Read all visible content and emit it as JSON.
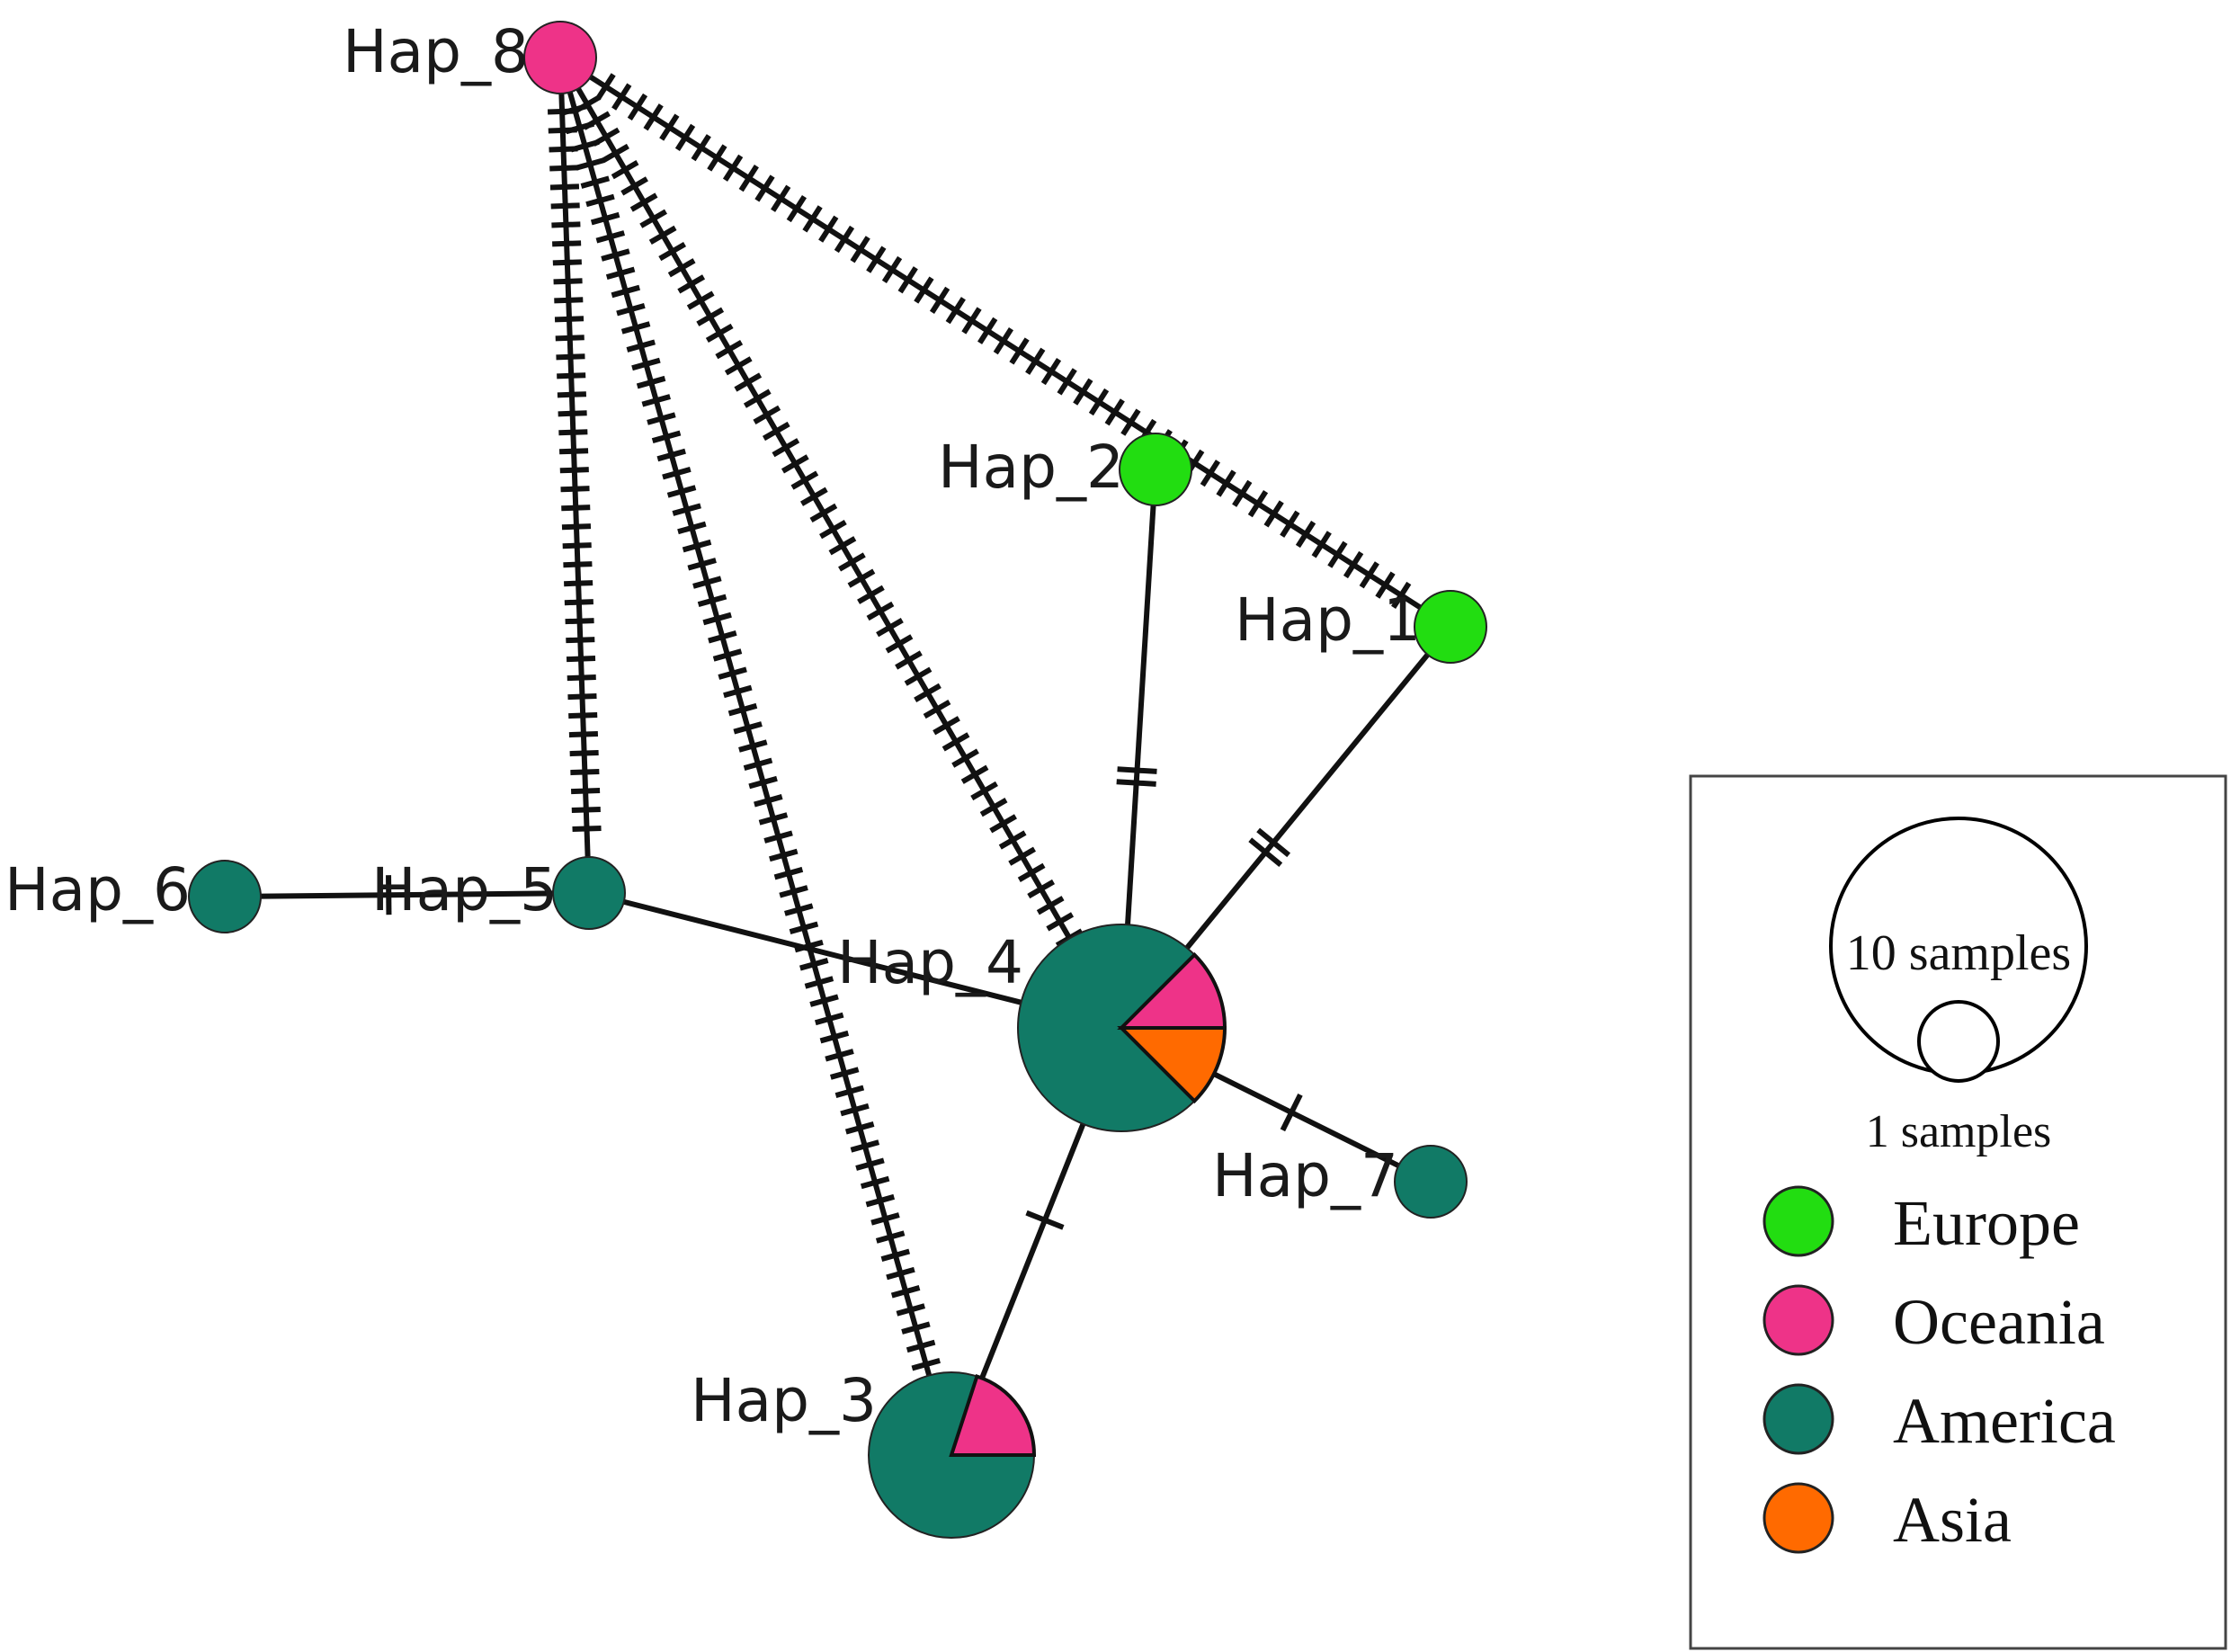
{
  "network": {
    "haplotypes": [
      {
        "id": "Hap_1",
        "label": "Hap_1",
        "samples": 1,
        "regions": {
          "Europe": 1
        }
      },
      {
        "id": "Hap_2",
        "label": "Hap_2",
        "samples": 1,
        "regions": {
          "Europe": 1
        }
      },
      {
        "id": "Hap_3",
        "label": "Hap_3",
        "samples": 5,
        "regions": {
          "America": 4,
          "Oceania": 1
        }
      },
      {
        "id": "Hap_4",
        "label": "Hap_4",
        "samples": 8,
        "regions": {
          "America": 6,
          "Oceania": 1,
          "Asia": 1
        }
      },
      {
        "id": "Hap_5",
        "label": "Hap_5",
        "samples": 1,
        "regions": {
          "America": 1
        }
      },
      {
        "id": "Hap_6",
        "label": "Hap_6",
        "samples": 1,
        "regions": {
          "America": 1
        }
      },
      {
        "id": "Hap_7",
        "label": "Hap_7",
        "samples": 1,
        "regions": {
          "America": 1
        }
      },
      {
        "id": "Hap_8",
        "label": "Hap_8",
        "samples": 1,
        "regions": {
          "Oceania": 1
        }
      }
    ],
    "links": [
      {
        "from": "Hap_8",
        "to": "Hap_1",
        "mutations": 60
      },
      {
        "from": "Hap_8",
        "to": "Hap_5",
        "mutations": 60
      },
      {
        "from": "Hap_8",
        "to": "Hap_4",
        "mutations": 55
      },
      {
        "from": "Hap_8",
        "to": "Hap_3",
        "mutations": 55
      },
      {
        "from": "Hap_2",
        "to": "Hap_4",
        "mutations": 2
      },
      {
        "from": "Hap_1",
        "to": "Hap_4",
        "mutations": 2
      },
      {
        "from": "Hap_6",
        "to": "Hap_5",
        "mutations": 1
      },
      {
        "from": "Hap_5",
        "to": "Hap_4",
        "mutations": 0
      },
      {
        "from": "Hap_4",
        "to": "Hap_7",
        "mutations": 1
      },
      {
        "from": "Hap_4",
        "to": "Hap_3",
        "mutations": 1
      }
    ]
  },
  "legend": {
    "scale_large_label": "10 samples",
    "scale_small_label": "1 samples",
    "regions": [
      {
        "name": "Europe",
        "color": "#22dd11"
      },
      {
        "name": "Oceania",
        "color": "#ee3388"
      },
      {
        "name": "America",
        "color": "#117a66"
      },
      {
        "name": "Asia",
        "color": "#ff6a00"
      }
    ]
  }
}
